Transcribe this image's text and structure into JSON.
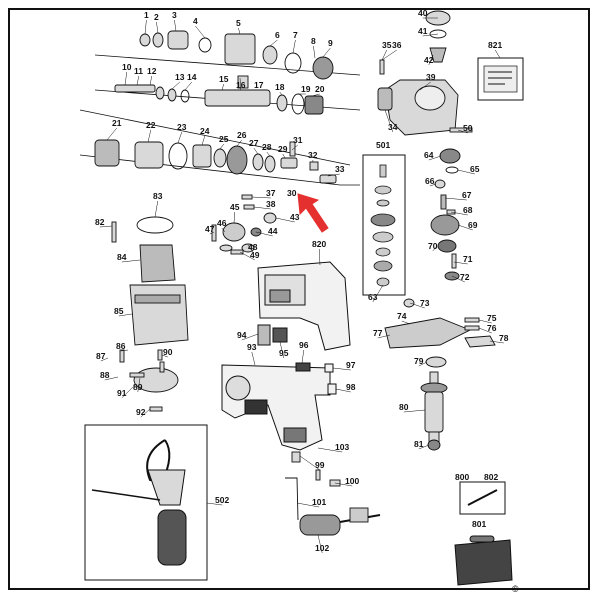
{
  "copyright_symbol": "©",
  "colors": {
    "line": "#111111",
    "part_fill": "#d9d9d9",
    "dark_fill": "#444444",
    "arrow": "#e53030"
  },
  "callouts": [
    "1",
    "2",
    "3",
    "4",
    "5",
    "6",
    "7",
    "8",
    "9",
    "10",
    "11",
    "12",
    "13",
    "14",
    "15",
    "16",
    "17",
    "18",
    "19",
    "20",
    "21",
    "22",
    "23",
    "24",
    "25",
    "26",
    "27",
    "28",
    "29",
    "30",
    "31",
    "32",
    "33",
    "34",
    "35",
    "36",
    "37",
    "38",
    "39",
    "40",
    "41",
    "42",
    "43",
    "44",
    "45",
    "46",
    "47",
    "48",
    "49",
    "50",
    "63",
    "64",
    "65",
    "66",
    "67",
    "68",
    "69",
    "70",
    "71",
    "72",
    "73",
    "74",
    "75",
    "76",
    "77",
    "78",
    "79",
    "80",
    "81",
    "82",
    "83",
    "84",
    "85",
    "86",
    "87",
    "88",
    "89",
    "90",
    "91",
    "92",
    "93",
    "94",
    "95",
    "96",
    "97",
    "98",
    "99",
    "100",
    "101",
    "102",
    "103",
    "501",
    "502",
    "800",
    "801",
    "802",
    "820",
    "821"
  ],
  "highlight_arrow": {
    "points_to_callout": "30"
  }
}
